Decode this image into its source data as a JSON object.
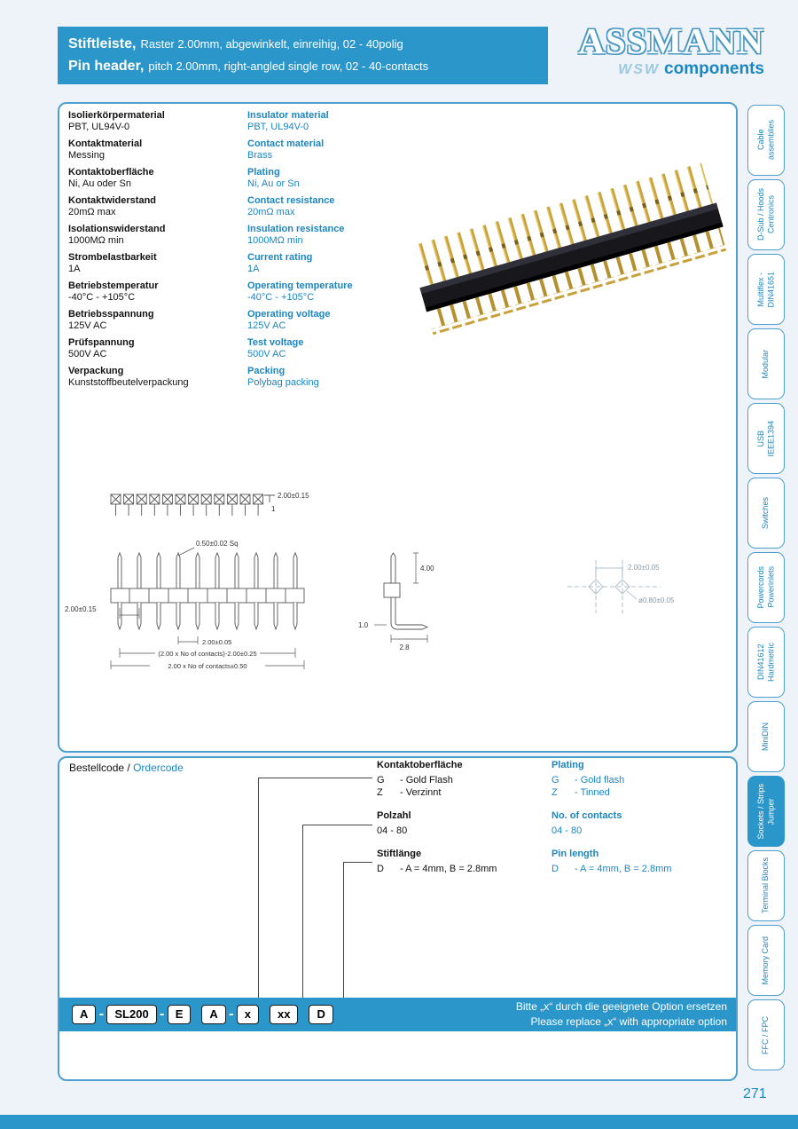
{
  "page": {
    "number": "271"
  },
  "header": {
    "title_de_bold": "Stiftleiste,",
    "title_de_rest": "Raster 2.00mm, abgewinkelt, einreihig, 02 - 40polig",
    "title_en_bold": "Pin header,",
    "title_en_rest": "pitch 2.00mm, right-angled single row, 02 - 40-contacts",
    "brand": {
      "name": "ASSMANN",
      "wave": "WSW",
      "components": "components"
    },
    "colors": {
      "accent_blue": "#2b96c9",
      "text_blue": "#1b86c0"
    }
  },
  "specs": [
    {
      "de_label": "Isolierkörpermaterial",
      "de_value": "PBT, UL94V-0",
      "en_label": "Insulator material",
      "en_value": "PBT, UL94V-0"
    },
    {
      "de_label": "Kontaktmaterial",
      "de_value": "Messing",
      "en_label": "Contact material",
      "en_value": "Brass"
    },
    {
      "de_label": "Kontaktoberfläche",
      "de_value": "Ni, Au oder Sn",
      "en_label": "Plating",
      "en_value": "Ni, Au or Sn"
    },
    {
      "de_label": "Kontaktwiderstand",
      "de_value": "20mΩ max",
      "en_label": "Contact resistance",
      "en_value": "20mΩ max"
    },
    {
      "de_label": "Isolationswiderstand",
      "de_value": "1000MΩ min",
      "en_label": "Insulation resistance",
      "en_value": "1000MΩ min"
    },
    {
      "de_label": "Strombelastbarkeit",
      "de_value": "1A",
      "en_label": "Current rating",
      "en_value": "1A"
    },
    {
      "de_label": "Betriebstemperatur",
      "de_value": "-40°C - +105°C",
      "en_label": "Operating temperature",
      "en_value": "-40°C - +105°C"
    },
    {
      "de_label": "Betriebsspannung",
      "de_value": "125V AC",
      "en_label": "Operating voltage",
      "en_value": "125V AC"
    },
    {
      "de_label": "Prüfspannung",
      "de_value": "500V AC",
      "en_label": "Test voltage",
      "en_value": "500V AC"
    },
    {
      "de_label": "Verpackung",
      "de_value": "Kunststoffbeutelverpackung",
      "en_label": "Packing",
      "en_value": "Polybag packing"
    }
  ],
  "drawing": {
    "pin1": "1",
    "pitch_top": "2.00±0.15",
    "sq": "0.50±0.02 Sq",
    "pin_len": "4.00",
    "pitch_left": "2.00±0.15",
    "bend": "1.0",
    "tail": "2.8",
    "pitch_small": "2.00±0.05",
    "body_len": "(2.00 x No of contacts)-2.00±0.25",
    "overall_len": "2.00 x No of contacts±0.50",
    "end_pitch": "2.00±0.05",
    "pin_dia": "ø0.80±0.05"
  },
  "ordercode": {
    "title_de": "Bestellcode",
    "title_sep": " / ",
    "title_en": "Ordercode",
    "groups": [
      {
        "de_title": "Kontaktoberfläche",
        "en_title": "Plating",
        "de_options": [
          {
            "k": "G",
            "v": "- Gold Flash"
          },
          {
            "k": "Z",
            "v": "- Verzinnt"
          }
        ],
        "en_options": [
          {
            "k": "G",
            "v": "- Gold flash"
          },
          {
            "k": "Z",
            "v": "- Tinned"
          }
        ]
      },
      {
        "de_title": "Polzahl",
        "en_title": "No. of contacts",
        "de_options": [
          {
            "k": "04 - 80",
            "v": ""
          }
        ],
        "en_options": [
          {
            "k": "04 - 80",
            "v": ""
          }
        ]
      },
      {
        "de_title": "Stiftlänge",
        "en_title": "Pin length",
        "de_options": [
          {
            "k": "D",
            "v": "- A = 4mm, B = 2.8mm"
          }
        ],
        "en_options": [
          {
            "k": "D",
            "v": "- A = 4mm, B = 2.8mm"
          }
        ]
      }
    ],
    "boxes": [
      {
        "label": "A",
        "sep": "-"
      },
      {
        "label": "SL200",
        "sep": "-"
      },
      {
        "label": "E",
        "sep": ""
      },
      {
        "label": "A",
        "sep": "-"
      },
      {
        "label": "x",
        "sep": ""
      },
      {
        "label": "xx",
        "sep": ""
      },
      {
        "label": "D",
        "sep": ""
      }
    ],
    "note_de": "Bitte „x“ durch die geeignete Option ersetzen",
    "note_en": "Please replace „x“ with appropriate option"
  },
  "sidebar": {
    "tabs": [
      {
        "label": "Cable\nassemblies",
        "active": false
      },
      {
        "label": "D-Sub / Hoods\nCentronics",
        "active": false
      },
      {
        "label": "Multiflex -\nDIN41651",
        "active": false
      },
      {
        "label": "Modular",
        "active": false
      },
      {
        "label": "USB\nIEEE1394",
        "active": false
      },
      {
        "label": "Switches",
        "active": false
      },
      {
        "label": "Powercords\nPowerinlets",
        "active": false
      },
      {
        "label": "DIN41612\nHardmetric",
        "active": false
      },
      {
        "label": "MiniDIN",
        "active": false
      },
      {
        "label": "Sockets / Strips\nJumper",
        "active": true
      },
      {
        "label": "Terminal Blocks",
        "active": false
      },
      {
        "label": "Memory Card",
        "active": false
      },
      {
        "label": "FFC / FPC",
        "active": false
      }
    ]
  }
}
